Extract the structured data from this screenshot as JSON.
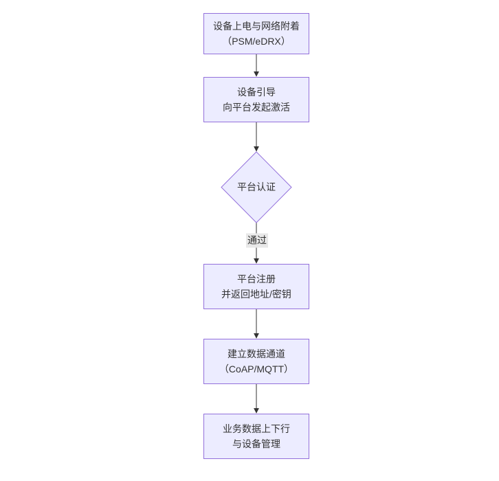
{
  "diagram": {
    "type": "flowchart",
    "direction": "top-down",
    "colors": {
      "canvas_bg": "#ffffff",
      "node_fill": "#ececff",
      "node_border": "#9370db",
      "text": "#333333",
      "edge": "#333333",
      "edge_label_bg": "#e8e8e8"
    },
    "nodes": [
      {
        "id": "power-attach",
        "shape": "rect",
        "lines": [
          "设备上电与网络附着",
          "（PSM/eDRX）"
        ]
      },
      {
        "id": "bootstrap",
        "shape": "rect",
        "lines": [
          "设备引导",
          "向平台发起激活"
        ]
      },
      {
        "id": "auth",
        "shape": "diamond",
        "lines": [
          "平台认证"
        ]
      },
      {
        "id": "register",
        "shape": "rect",
        "lines": [
          "平台注册",
          "并返回地址/密钥"
        ]
      },
      {
        "id": "data-channel",
        "shape": "rect",
        "lines": [
          "建立数据通道",
          "（CoAP/MQTT）"
        ]
      },
      {
        "id": "business",
        "shape": "rect",
        "lines": [
          "业务数据上下行",
          "与设备管理"
        ]
      }
    ],
    "edges": [
      {
        "from": "power-attach",
        "to": "bootstrap",
        "label": ""
      },
      {
        "from": "bootstrap",
        "to": "auth",
        "label": ""
      },
      {
        "from": "auth",
        "to": "register",
        "label": "通过"
      },
      {
        "from": "register",
        "to": "data-channel",
        "label": ""
      },
      {
        "from": "data-channel",
        "to": "business",
        "label": ""
      }
    ]
  }
}
